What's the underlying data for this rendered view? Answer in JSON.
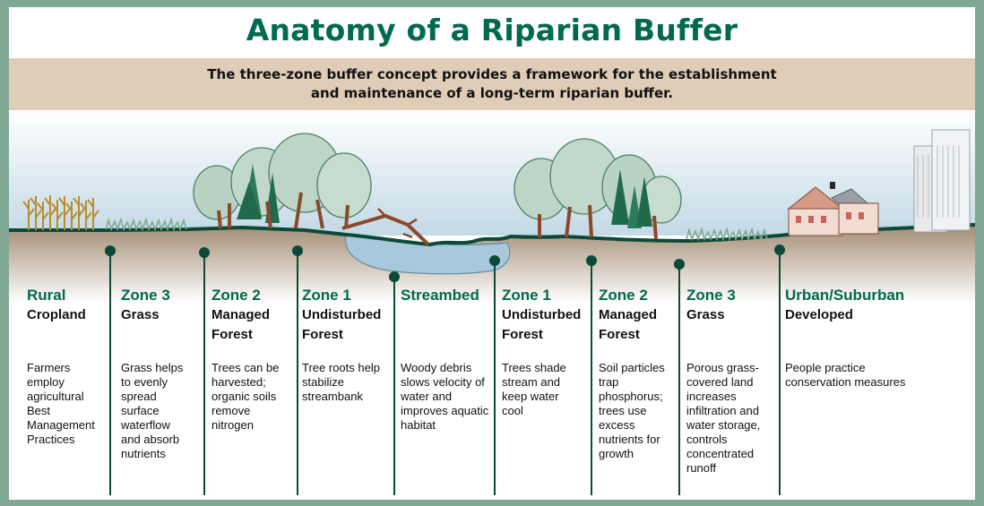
{
  "title": "Anatomy of a Riparian Buffer",
  "subtitle_line1": "The three-zone buffer concept provides a framework for the establishment",
  "subtitle_line2": "and maintenance of a long-term riparian buffer.",
  "colors": {
    "frame": "#7fa995",
    "title_green": "#006a4f",
    "band": "#e0cdb8",
    "sky": "#c9dde9",
    "soil": "#b39a80",
    "ground_line": "#0b4a39",
    "water": "#a9c9dd"
  },
  "zones": [
    {
      "name": "Rural",
      "type": "Cropland",
      "desc": "Farmers employ agricultural Best Management Practices"
    },
    {
      "name": "Zone 3",
      "type": "Grass",
      "desc": "Grass helps to evenly spread surface waterflow and absorb nutrients"
    },
    {
      "name": "Zone 2",
      "type": "Managed Forest",
      "desc": "Trees can be harvested; organic soils remove nitrogen"
    },
    {
      "name": "Zone 1",
      "type": "Undisturbed Forest",
      "desc": "Tree roots help stabilize streambank"
    },
    {
      "name": "Streambed",
      "type": "",
      "desc": "Woody debris slows velocity of water and improves aquatic habitat"
    },
    {
      "name": "Zone 1",
      "type": "Undisturbed Forest",
      "desc": "Trees shade stream and keep water cool"
    },
    {
      "name": "Zone 2",
      "type": "Managed Forest",
      "desc": "Soil particles trap phosphorus; trees use excess nutrients for growth"
    },
    {
      "name": "Zone 3",
      "type": "Grass",
      "desc": "Porous grass-covered land increases infiltration and water storage, controls concentrated runoff"
    },
    {
      "name": "Urban/Suburban",
      "type": "Developed",
      "desc": "People practice conservation measures"
    }
  ]
}
